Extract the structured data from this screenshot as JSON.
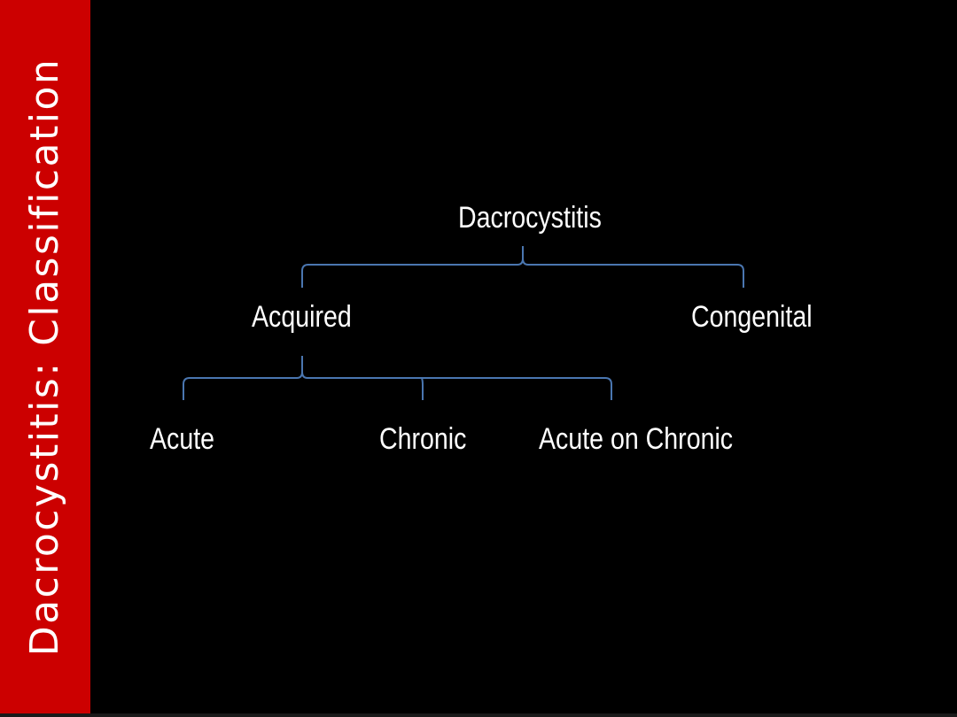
{
  "slide": {
    "side_title": "Dacrocystitis: Classification",
    "colors": {
      "side_band": "#cc0000",
      "background": "#000000",
      "text": "#ffffff",
      "connector": "#4a76b0"
    }
  },
  "diagram": {
    "root": "Dacrocystitis",
    "level1": {
      "acquired": "Acquired",
      "congenital": "Congenital"
    },
    "level2": {
      "acute": "Acute",
      "chronic": "Chronic",
      "acute_on_chronic": "Acute on Chronic"
    }
  }
}
